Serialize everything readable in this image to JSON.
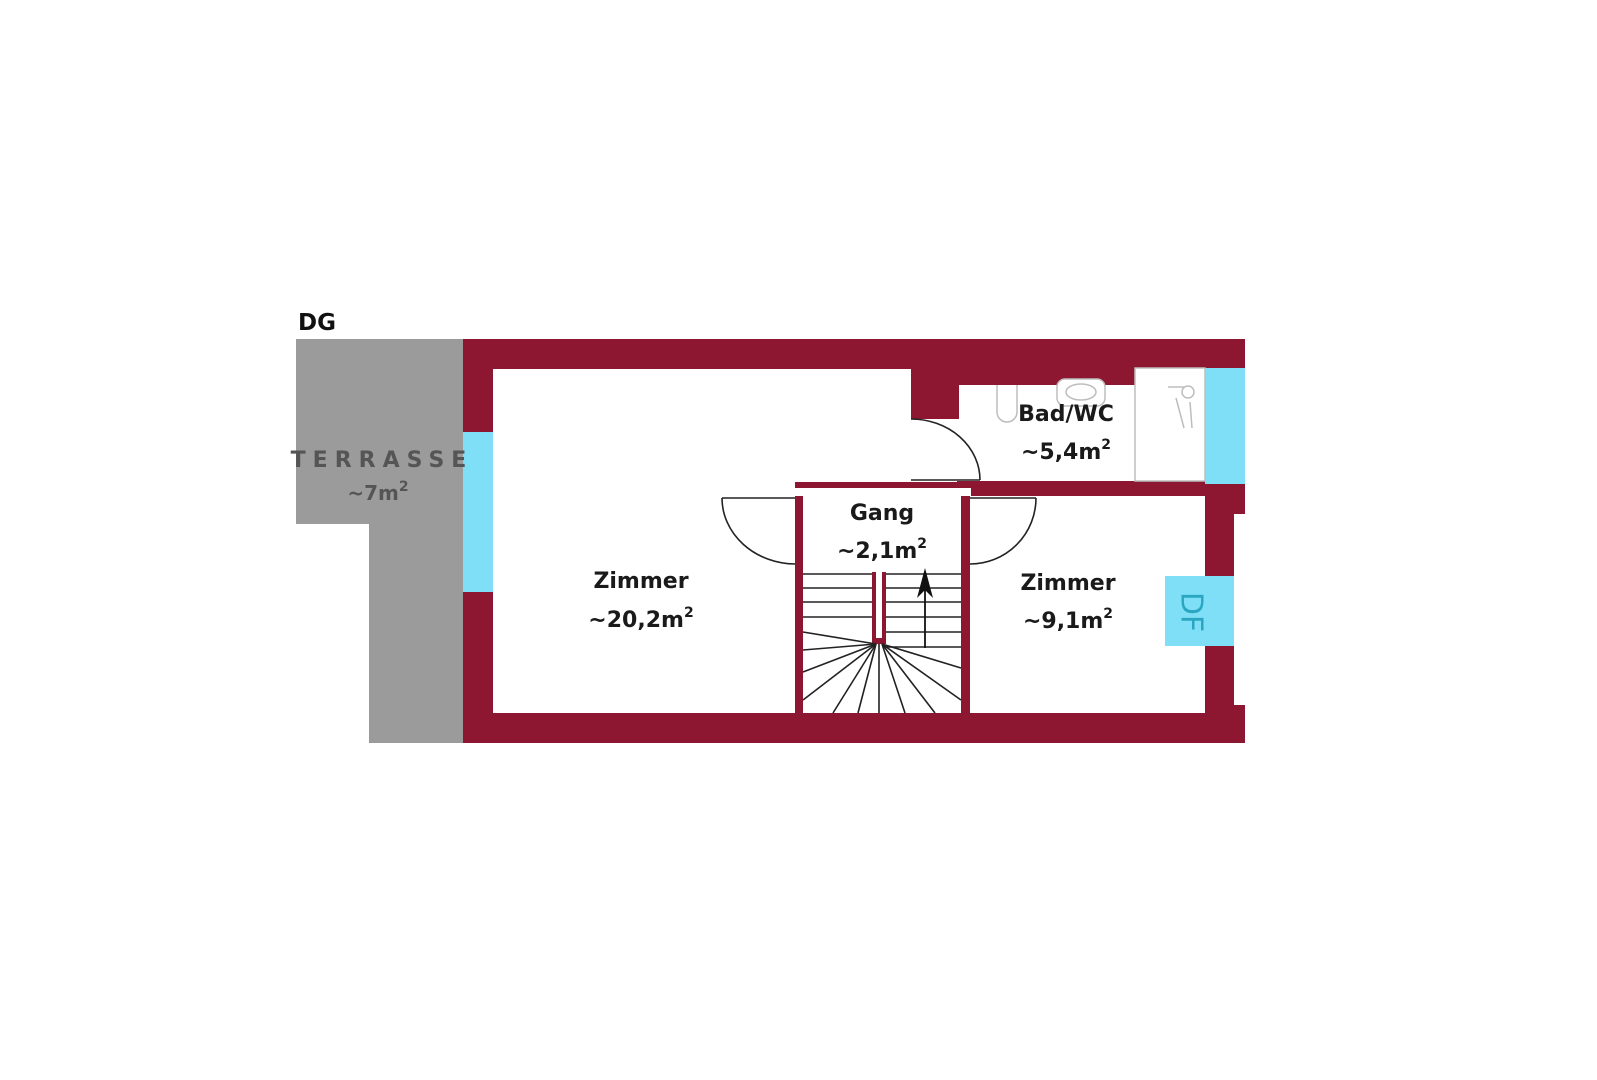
{
  "floor_label": "DG",
  "terrace": {
    "label": "TERRASSE",
    "area": "~7m",
    "sup": "2"
  },
  "rooms": {
    "zimmer_large": {
      "name": "Zimmer",
      "area": "~20,2m",
      "sup": "2"
    },
    "bad_wc": {
      "name": "Bad/WC",
      "area": "~5,4m",
      "sup": "2"
    },
    "gang": {
      "name": "Gang",
      "area": "~2,1m",
      "sup": "2"
    },
    "zimmer_small": {
      "name": "Zimmer",
      "area": "~9,1m",
      "sup": "2"
    }
  },
  "dachfenster_label": "DF",
  "colors": {
    "wall": "#8d1731",
    "terrace": "#9b9b9b",
    "window": "#7fdff7",
    "floor": "#ffffff"
  }
}
